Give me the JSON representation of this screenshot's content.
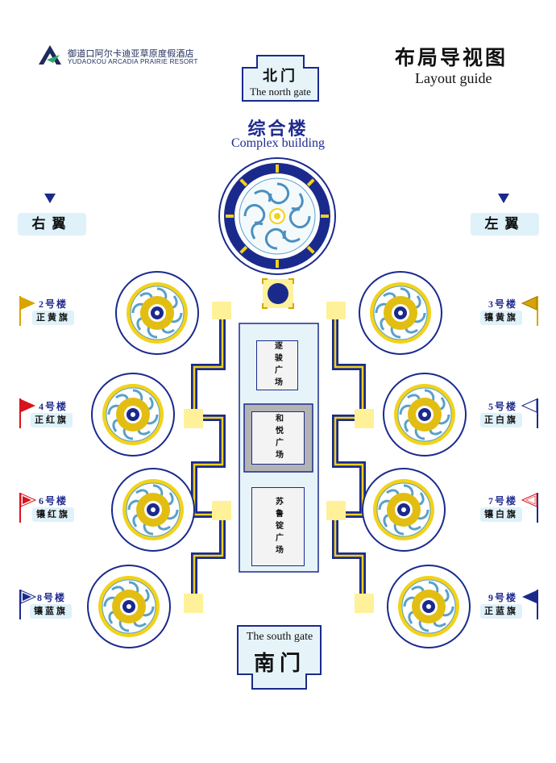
{
  "logo": {
    "name_cn": "御道口阿尔卡迪亚草原度假酒店",
    "name_en": "YUDAOKOU ARCADIA PRAIRIE RESORT",
    "icon": "arcadia-logo-icon"
  },
  "title": {
    "cn": "布局导视图",
    "en": "Layout guide"
  },
  "north_gate": {
    "cn": "北门",
    "en": "The north gate"
  },
  "south_gate": {
    "cn": "南门",
    "en": "The south gate"
  },
  "complex": {
    "cn": "综合楼",
    "en": "Complex building"
  },
  "wings": {
    "right": "右翼",
    "left": "左翼"
  },
  "plazas": [
    {
      "name": "逐骏广场"
    },
    {
      "name": "和悦广场"
    },
    {
      "name": "苏鲁锭广场"
    }
  ],
  "buildings": [
    {
      "num": "2号楼",
      "flag": "正黄旗",
      "flag_color": "#d9a400",
      "flag_style": "solid"
    },
    {
      "num": "3号楼",
      "flag": "镶黄旗",
      "flag_color": "#d9a400",
      "flag_style": "solid"
    },
    {
      "num": "4号楼",
      "flag": "正红旗",
      "flag_color": "#d8141c",
      "flag_style": "solid"
    },
    {
      "num": "5号楼",
      "flag": "正白旗",
      "flag_color": "#ffffff",
      "flag_style": "outline"
    },
    {
      "num": "6号楼",
      "flag": "镶红旗",
      "flag_color": "#d8141c",
      "flag_style": "bordered"
    },
    {
      "num": "7号楼",
      "flag": "镶白旗",
      "flag_color": "#ffffff",
      "flag_style": "bordered-red"
    },
    {
      "num": "8号楼",
      "flag": "镶蓝旗",
      "flag_color": "#1a2a8c",
      "flag_style": "bordered"
    },
    {
      "num": "9号楼",
      "flag": "正蓝旗",
      "flag_color": "#1a2a8c",
      "flag_style": "solid"
    }
  ],
  "colors": {
    "navy": "#1a2a8c",
    "yellow": "#f2d21a",
    "light_yellow": "#fff199",
    "light_blue": "#e6f4fa"
  }
}
